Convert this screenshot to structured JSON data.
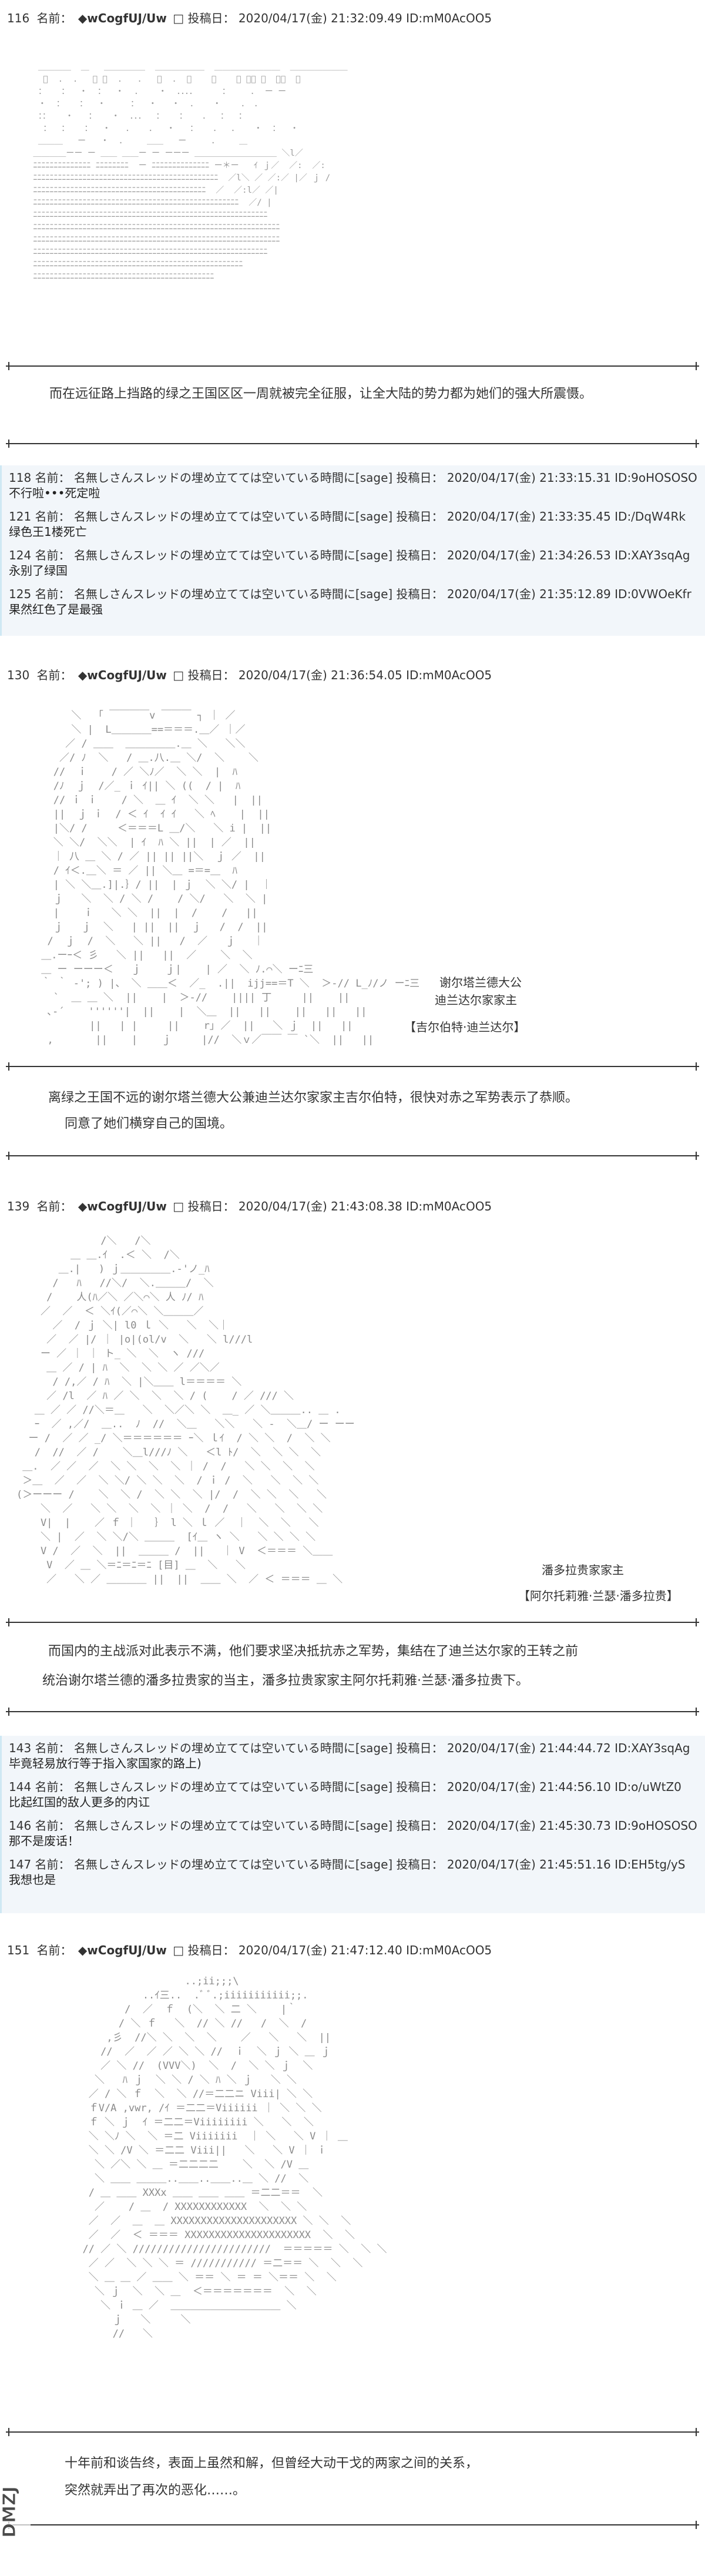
{
  "posts": [
    {
      "num": "116",
      "name_label": "名前：",
      "trip": "◆wCogfUJ/Uw",
      "mark": "□",
      "post_label": "投稿日：",
      "date": "2020/04/17(金) 21:32:09.49",
      "id": "ID:mM0AcOO5"
    },
    {
      "num": "130",
      "name_label": "名前：",
      "trip": "◆wCogfUJ/Uw",
      "mark": "□",
      "post_label": "投稿日：",
      "date": "2020/04/17(金) 21:36:54.05",
      "id": "ID:mM0AcOO5"
    },
    {
      "num": "139",
      "name_label": "名前：",
      "trip": "◆wCogfUJ/Uw",
      "mark": "□",
      "post_label": "投稿日：",
      "date": "2020/04/17(金) 21:43:08.38",
      "id": "ID:mM0AcOO5"
    },
    {
      "num": "151",
      "name_label": "名前：",
      "trip": "◆wCogfUJ/Uw",
      "mark": "□",
      "post_label": "投稿日：",
      "date": "2020/04/17(金) 21:47:12.40",
      "id": "ID:mM0AcOO5"
    }
  ],
  "captions": {
    "c1": "而在远征路上挡路的绿之王国区区一周就被完全征服，让全大陆的势力都为她们的强大所震慑。",
    "c2a": "离绿之王国不远的谢尔塔兰德大公兼迪兰达尔家家主吉尔伯特，很快对赤之军势表示了恭顺。",
    "c2b": "同意了她们横穿自己的国境。",
    "c3a": "而国内的主战派对此表示不满，他们要求坚决抵抗赤之军势，集结在了迪兰达尔家的王转之前",
    "c3b": "统治谢尔塔兰德的潘多拉贵家的当主，潘多拉贵家家主阿尔托莉雅·兰瑟·潘多拉贵下。",
    "c4a": "十年前和谈告终，表面上虽然和解，但曾经大动干戈的两家之间的关系，",
    "c4b": "突然就弄出了再次的恶化……。"
  },
  "responses_1": [
    {
      "num": "118",
      "name_label": "名前：",
      "name": "名無しさんスレッドの埋め立てては空いている時間に[sage]",
      "post_label": "投稿日：",
      "date": "2020/04/17(金) 21:33:15.31",
      "id": "ID:9oHOSOSO",
      "body": "不行啦•••死定啦"
    },
    {
      "num": "121",
      "name_label": "名前：",
      "name": "名無しさんスレッドの埋め立てては空いている時間に[sage]",
      "post_label": "投稿日：",
      "date": "2020/04/17(金) 21:33:35.45",
      "id": "ID:/DqW4Rk",
      "body": "绿色王1楼死亡"
    },
    {
      "num": "124",
      "name_label": "名前：",
      "name": "名無しさんスレッドの埋め立てては空いている時間に[sage]",
      "post_label": "投稿日：",
      "date": "2020/04/17(金) 21:34:26.53",
      "id": "ID:XAY3sqAg",
      "body": "永别了绿国"
    },
    {
      "num": "125",
      "name_label": "名前：",
      "name": "名無しさんスレッドの埋め立てては空いている時間に[sage]",
      "post_label": "投稿日：",
      "date": "2020/04/17(金) 21:35:12.89",
      "id": "ID:0VWOeKfr",
      "body": "果然红色了是最强"
    }
  ],
  "responses_2": [
    {
      "num": "143",
      "name_label": "名前：",
      "name": "名無しさんスレッドの埋め立てては空いている時間に[sage]",
      "post_label": "投稿日：",
      "date": "2020/04/17(金) 21:44:44.72",
      "id": "ID:XAY3sqAg",
      "body": "毕竟轻易放行等于指入家国家的路上)"
    },
    {
      "num": "144",
      "name_label": "名前：",
      "name": "名無しさんスレッドの埋め立てては空いている時間に[sage]",
      "post_label": "投稿日：",
      "date": "2020/04/17(金) 21:44:56.10",
      "id": "ID:o/uWtZ0",
      "body": "比起红国的敌人更多的内讧"
    },
    {
      "num": "146",
      "name_label": "名前：",
      "name": "名無しさんスレッドの埋め立てては空いている時間に[sage]",
      "post_label": "投稿日：",
      "date": "2020/04/17(金) 21:45:30.73",
      "id": "ID:9oHOSOSO",
      "body": "那不是废话！"
    },
    {
      "num": "147",
      "name_label": "名前：",
      "name": "名無しさんスレッドの埋め立てては空いている時間に[sage]",
      "post_label": "投稿日：",
      "date": "2020/04/17(金) 21:45:51.16",
      "id": "ID:EH5tg/yS",
      "body": "我想也是"
    }
  ],
  "labels": {
    "gilbert_title1": "谢尔塔兰德大公",
    "gilbert_title2": "迪兰达尔家家主",
    "gilbert_name": "【吉尔伯特·迪兰达尔】",
    "artoria_title": "潘多拉贵家家主",
    "artoria_name": "【阿尔托莉雅·兰瑟·潘多拉贵】"
  },
  "aa": {
    "a1": "  ＿＿＿＿  ＿   ＿＿＿＿＿  ＿＿＿＿＿＿  ＿＿＿＿＿＿＿＿  ＿＿＿＿＿＿＿\n   ﾞ  .  .   ･ ﾞ  .   .   ﾞ  .  ･    ﾞ    ー ＿＿ ﾞ  ＿＿  ＿\n  ：   ：  ・  ：  ・  .    ・  ．．．．     ：    .  ー ー\n  ・  ：   ：  ・     ：  ・   ・  ．   ・    ． ．\n  ：：   ・   ：   ・  ．．．  ：   ：   ．  ：  ：\n   ：  ：   ：  ・   ．   ．  ・   ：   ．  ．   ・  ：  ・\n  ＿＿＿   ー   ・  ．    ＿＿   ー     ．    ＿\n ＿＿＿＿ーー ー ＿＿ ＿＿ー ー ーーー ＿＿＿＿＿＿＿＿＿＿ ＼l／\n ﾆﾆﾆﾆﾆﾆﾆﾆﾆﾆﾆﾆﾆﾆ ﾆﾆﾆﾆﾆﾆﾆﾆ  ー ﾆﾆﾆﾆﾆﾆﾆﾆﾆﾆﾆﾆﾆﾆ ー＊ー   ｲ ｊ／  ／:  ／:\n ﾆﾆﾆﾆﾆﾆﾆﾆﾆﾆﾆﾆﾆﾆﾆﾆﾆﾆﾆﾆﾆﾆﾆﾆﾆﾆﾆﾆﾆﾆﾆﾆﾆﾆﾆﾆﾆﾆﾆﾆﾆﾆﾆﾆﾆ  ／l＼ ／ ／:／ |／ ｊ /\n ﾆﾆﾆﾆﾆﾆﾆﾆﾆﾆﾆﾆﾆﾆﾆﾆﾆﾆﾆﾆﾆﾆﾆﾆﾆﾆﾆﾆﾆﾆﾆﾆﾆﾆﾆﾆﾆﾆﾆﾆﾆﾆ  ／  ／:l／ ／|\n ﾆﾆﾆﾆﾆﾆﾆﾆﾆﾆﾆﾆﾆﾆﾆﾆﾆﾆﾆﾆﾆﾆﾆﾆﾆﾆﾆﾆﾆﾆﾆﾆﾆﾆﾆﾆﾆﾆﾆﾆﾆﾆﾆﾆﾆﾆﾆﾆﾆﾆ  ／/ |\n ﾆﾆﾆﾆﾆﾆﾆﾆﾆﾆﾆﾆﾆﾆﾆﾆﾆﾆﾆﾆﾆﾆﾆﾆﾆﾆﾆﾆﾆﾆﾆﾆﾆﾆﾆﾆﾆﾆﾆﾆﾆﾆﾆﾆﾆﾆﾆﾆﾆﾆﾆﾆﾆﾆﾆﾆﾆ\n ﾆﾆﾆﾆﾆﾆﾆﾆﾆﾆﾆﾆﾆﾆﾆﾆﾆﾆﾆﾆﾆﾆﾆﾆﾆﾆﾆﾆﾆﾆﾆﾆﾆﾆﾆﾆﾆﾆﾆﾆﾆﾆﾆﾆﾆﾆﾆﾆﾆﾆﾆﾆﾆﾆﾆﾆﾆﾆﾆﾆ\n ﾆﾆﾆﾆﾆﾆﾆﾆﾆﾆﾆﾆﾆﾆﾆﾆﾆﾆﾆﾆﾆﾆﾆﾆﾆﾆﾆﾆﾆﾆﾆﾆﾆﾆﾆﾆﾆﾆﾆﾆﾆﾆﾆﾆﾆﾆﾆﾆﾆﾆﾆﾆﾆﾆﾆﾆﾆﾆﾆﾆ\n ﾆﾆﾆﾆﾆﾆﾆﾆﾆﾆﾆﾆﾆﾆﾆﾆﾆﾆﾆﾆﾆﾆﾆﾆﾆﾆﾆﾆﾆﾆﾆﾆﾆﾆﾆﾆﾆﾆﾆﾆﾆﾆﾆﾆﾆﾆﾆﾆﾆﾆﾆﾆﾆﾆﾆﾆﾆ\n ﾆﾆﾆﾆﾆﾆﾆﾆﾆﾆﾆﾆﾆﾆﾆﾆﾆﾆﾆﾆﾆﾆﾆﾆﾆﾆﾆﾆﾆﾆﾆﾆﾆﾆﾆﾆﾆﾆﾆﾆﾆﾆﾆﾆﾆﾆﾆﾆﾆﾆﾆ\n ﾆﾆﾆﾆﾆﾆﾆﾆﾆﾆﾆﾆﾆﾆﾆﾆﾆﾆﾆﾆﾆﾆﾆﾆﾆﾆﾆﾆﾆﾆﾆﾆﾆﾆﾆﾆﾆﾆﾆﾆﾆﾆﾆﾆ",
    "a2": "      ＼  「 ￣￣￣￣v ￣￣￣ ┐ ｜ ／\n      ＼ |  L＿＿＿＿==＝＝＝.＿／ ｜／\n     ／ / ＿＿  ＿＿＿＿＿.＿ ＼   ＼＼\n    ／/ ﾉ  ＼   / ＿.八.＿ ＼/  ＼    ＼\n   //  ｉ    / ／ ＼ﾉ／  ＼ ＼  |  ﾊ\n   /ﾉ  ｊ  /／_ ｉ ｲ|| ＼ ((  / |  ﾊ\n   // ｉ ｉ    / ＼  ＿ ｲ  ＼ ＼   |  ||\n   ||  ｊ ｉ  / ＜ ｲ  ｲ ｲ   ＼ ﾍ    |  ||\n   |＼/ /     ＜＝＝＝L ＿/＼   ＼ i |  ||\n   ＼ ＼/  ＼＼  | ｲ  ﾊ ＼ ||  | ／  ||\n   ｜ 八 ＿ ＼ / ／ || || ||＼  ｊ ／  ||\n   / ｲ＜.＿＼ ＝ ／ || ＼＿ =＝=＿  ﾊ\n   | ＼ ＼＿.]|.｝/ ||  | ｊ  ＼ ＼/ |  ｜\n   ｊ   ＼  ＼ / ＼ /    / ＼/   ＼  ＼ |\n   |    ｉ   ＼ ＼  ||  |  /    /   ||\n   ｊ   ｊ  ＼   | ||  ||  ｊ   /  /  ||\n  /  ｊ  /  ＼   ＼ ||   /  ／   ｊ   ｜\n ＿.ーｰ＜ 彡   ＼ ||   ||  ／    ＼  ＼\n ＿ ー ーーー＜   ｊ    ｊ|    | ／  ＼ ﾉ.⌒＼ ーﾆ三\n ｀ ｀ -'; ) |、 ＼ ＿＿＜  ／_  .||  ijj==＝T ＼  ＞-// L_ﾉ/ノ ーﾆ三\n   `  ＿ ＿ ＼  ||    |  ＞-//    |||| 丁     ||    ||\n  ､-´    ''''''|  ||    |  ＼＿  ||   ||    ||   ||   ||\n         ||   | |     ||    r｣ ／  ||   ＼ ｊ  ||   ||\n  ,       ||    |    ｊ     |//  ＼ｖ／￣￣ ￣ `＼  ||   ||",
    "a3": "              /＼   /＼\n         ＿ ＿.ｲ  .＜ ＼  /＼\n       ＿.|   ) ｊ＿＿＿＿＿.‐'ノ_ﾊ\n      /   ﾊ   //＼/  ＼.＿＿＿/  ＼\n     /    人(ﾊ／＼ ／＼⌒＼ 人 ﾉ/ ﾊ\n    ／  ／  ＜ ＼ｲ(／⌒＼ ＼＿＿＿／\n      ／  / ｊ ＼| l0 ｌ ＼   ＼  ＼｜\n     ／  ／ |/ ｜ |o|(ol/v  ＼   ＼ l///l\n    ー ／ ｜ ｜ ト_ ＼  ＼  ヽ ///\n     ＿ ／ / | ﾊ  ＼  ＼ ＼ ／ ／＼／\n      / /,／ / ﾊ  ＼ |＼＿＿ l＝＝＝＝ ＼\n     ／ /l  ／ ﾊ ／ ＼  ＼  ＼ / (    / ／ /// ＼\n   ＿ ／ ／ //＼＝＿   ＼  ＼／＼ ＼  ＿_ ／ ＼＿＿＿.. ＿ .\n   ｰ  ／ ,／/  ＿..  ﾉ  //  ＼＿   ＼＼   ＼ -  ＼＿/ ー ーー\n  ー /  ／ ／ _/ ＼＝＝＝＝＝＝ ｰ＼ ｌｲ  / ＼ ＼  /  ＼ ＼\n   /  //  ／ /    ＼＿l///ﾉ ＼   ＜l ﾄ/  ＼  ＼ ＼  ＼\n ＿.  ／ ／  ／  ＼ ＼  ＼  ＼ ｜ /  /   ＼ ＼  ＼  ＼\n ＞＿  ／  ／  ＼ ＼/ ＼ ＼  ＼  / ｉ /  ＼   ＼  ＼ ＼\n(＞ーーー /    ＼  ＼ /  ＼ ＼  ＼ |/  /  ＼ ＼  ＼   ＼\n    ＼  ／   ＼ ＼  ＼  ＼ ｜ ＼  /  /   ＼   ＼  ＼ ＼\n    V|  |    ／ ｆ ｜   ｝ l ＼ ｌ ／  ｜  ＼  ＼   ＼\n    ＼ |  ／  ＼ ＼/＼ ＿＿＿  [ｲ＿ ヽ ＼   ＼ ＼ ＼ ＼\n    V /  ／  ＼  ||  ＿＿＿ /  ||   ｜ V  ＜＝＝＝ ＼＿＿\n     V  ／ ＿ ＼＝ﾆ＝ﾆ＝ﾆ [目] ＿  ＼   ＼\n     ／   ＼ ／ ＿＿＿＿ ||  ||  ＿＿ ＼  ／ ＜ ＝＝＝ ＿ ＼\n",
    "a4": "                   ..;ii;;;\\\n            ..ｲ三..  .ﾞ ﾞ.;iiiiiiiiiii;;.\n         /  ／  ｆ  (＼  ＼ 二 ＼    |｀\n        / ＼ ｆ   ＼  // ＼ //   /  ＼  /\n      ,彡  //＼ ＼  ＼  ＼    ／   ＼   ＼  ||\n     //  ／  ／ ／ ＼ ＼ //  ｉ  ＼ ｊ ＼ ＿ ｊ\n     ／ ＼ //  (VVV＼)  ＼  /  ＼ ＼ ｊ  ＼\n    ＼   ﾊ ｊ  ＼ ＼ / ＼ ﾊ ＼ ｊ   ＼ ＼\n   ／ / ＼ ｆ  ＼  ＼ //＝二二ニ Viii| ＼ ＼\n   ｆV/A ,vwr, /ｲ ＝二二＝Viiiiii ｜ ＼ ＼ ＼\n   ｆ ＼ ｊ  ｲ ＝二二＝Viiiiiiii ＼   ＼  ＼\n   ＼ ＼ﾉ ＼  ＼ ＝二 Viiiiiii  ｜ ＼   ＼ V ｜ ＿\n   ＼ ＼ /V ＼ ＝二二 Viii||   ＼   ＼ V ｜ ｉ\n    ＼ ／＼ ＼ ＿ ＝二二二二    ＼  ＼ /V ＿\n    ＼ ＿＿ ＿＿＿..＿＿..＿＿..＿ ＼ //  ＼\n   / ＿ ＿＿ XXXx ＿＿ ＿＿ ＿＿ ＝二二＝＝  ＼\n    ／    / ＿  / XXXXXXXXXXXX  ＼  ＼ ＼\n   ／  ／  ＿  ＿ XXXXXXXXXXXXXXXXXXXXX ＼ ＼  ＼\n   ／  ／  ＜ ＝＝＝ XXXXXXXXXXXXXXXXXXXXX  ＼  ＼\n  // ／ ＼ ///////////////////////  ＝＝＝＝＝ ＼  ＼ ＼\n   ／ ／  ＼ ＼ ＼ ＝ /////////// ＝二＝＝ ＼  ＼  ＼\n   ＼ ＿ ＿ ／ ＿＿ ＼ ＝＝ ＼ ＝ ＝ ＼＝＝ ＼  ＼\n    ＼ ｊ  ＼  ＼ ＿  ＜＝＝＝＝＝＝＝  ＼  ＼\n     ＼ ｉ ＿ ／  ＿＿＿＿＿＿＿＿＿＿＿ ＼\n       ｊ   ＼     ＼\n       //   ＼"
  },
  "watermark": {
    "text": "DMZJ"
  }
}
